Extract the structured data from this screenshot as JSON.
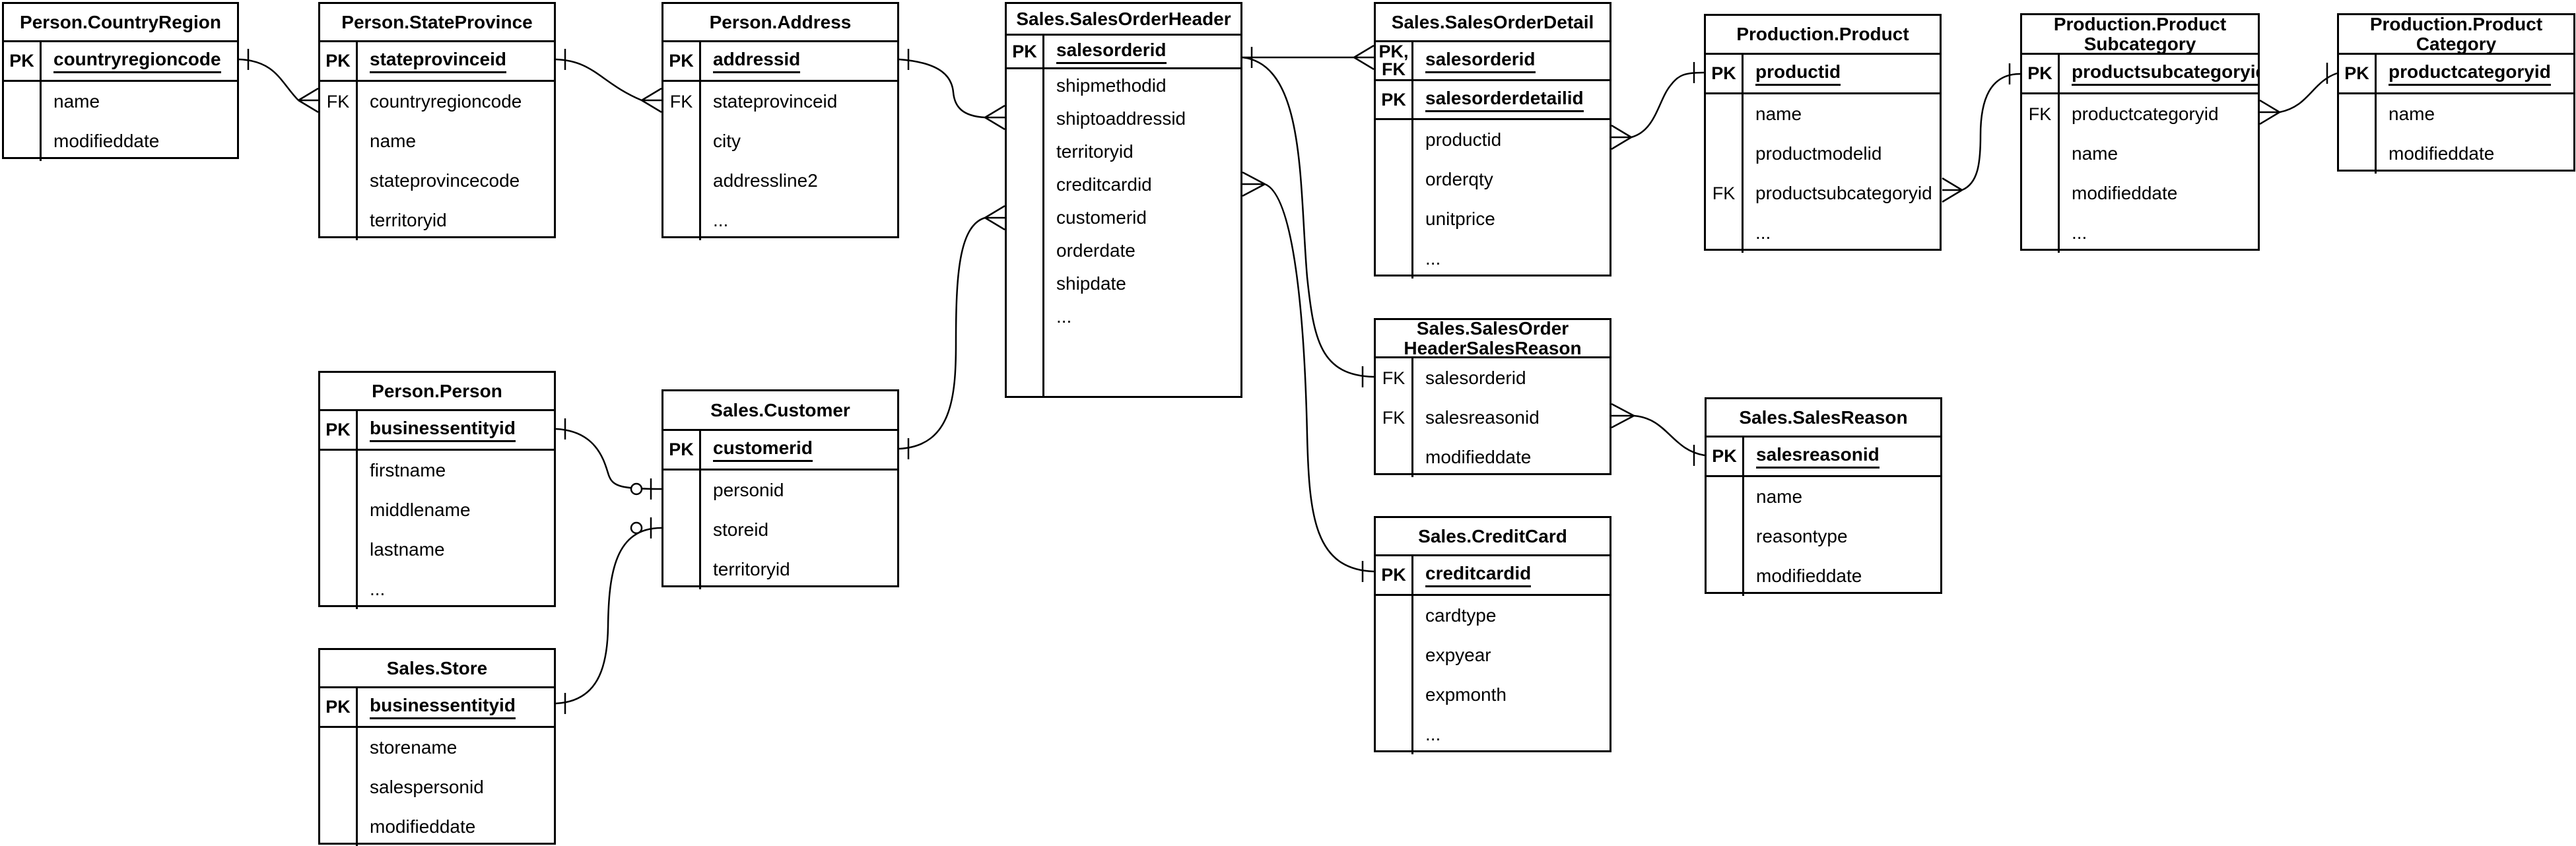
{
  "colors": {
    "background": "#ffffff",
    "line": "#000000",
    "text": "#000000"
  },
  "key_labels": {
    "pk": "PK",
    "fk": "FK",
    "pk_fk": "PK,\nFK"
  },
  "tables": [
    {
      "id": "person-countryregion",
      "title_lines": [
        "Person.CountryRegion"
      ],
      "fields": [
        {
          "key": "PK",
          "name": "countryregioncode",
          "is_key_row": true
        },
        {
          "key": "",
          "name": "name"
        },
        {
          "key": "",
          "name": "modifieddate"
        }
      ]
    },
    {
      "id": "person-stateprovince",
      "title_lines": [
        "Person.StateProvince"
      ],
      "fields": [
        {
          "key": "PK",
          "name": "stateprovinceid",
          "is_key_row": true
        },
        {
          "key": "FK",
          "name": "countryregioncode"
        },
        {
          "key": "",
          "name": "name"
        },
        {
          "key": "",
          "name": "stateprovincecode"
        },
        {
          "key": "",
          "name": "territoryid"
        }
      ]
    },
    {
      "id": "person-address",
      "title_lines": [
        "Person.Address"
      ],
      "fields": [
        {
          "key": "PK",
          "name": "addressid",
          "is_key_row": true
        },
        {
          "key": "FK",
          "name": "stateprovinceid"
        },
        {
          "key": "",
          "name": "city"
        },
        {
          "key": "",
          "name": "addressline2"
        },
        {
          "key": "",
          "name": "..."
        }
      ]
    },
    {
      "id": "sales-salesorderheader",
      "title_lines": [
        "Sales.SalesOrderHeader"
      ],
      "fields": [
        {
          "key": "PK",
          "name": "salesorderid",
          "is_key_row": true
        },
        {
          "key": "",
          "name": "shipmethodid"
        },
        {
          "key": "",
          "name": "shiptoaddressid"
        },
        {
          "key": "",
          "name": "territoryid"
        },
        {
          "key": "",
          "name": "creditcardid"
        },
        {
          "key": "",
          "name": "customerid"
        },
        {
          "key": "",
          "name": "orderdate"
        },
        {
          "key": "",
          "name": "shipdate"
        },
        {
          "key": "",
          "name": "..."
        }
      ]
    },
    {
      "id": "sales-salesorderdetail",
      "title_lines": [
        "Sales.SalesOrderDetail"
      ],
      "fields": [
        {
          "key": "PK,\nFK",
          "name": "salesorderid",
          "is_key_row": true
        },
        {
          "key": "PK",
          "name": "salesorderdetailid",
          "is_key_row": true
        },
        {
          "key": "",
          "name": "productid"
        },
        {
          "key": "",
          "name": "orderqty"
        },
        {
          "key": "",
          "name": "unitprice"
        },
        {
          "key": "",
          "name": "..."
        }
      ]
    },
    {
      "id": "production-product",
      "title_lines": [
        "Production.Product"
      ],
      "fields": [
        {
          "key": "PK",
          "name": "productid",
          "is_key_row": true
        },
        {
          "key": "",
          "name": "name"
        },
        {
          "key": "",
          "name": "productmodelid"
        },
        {
          "key": "FK",
          "name": "productsubcategoryid"
        },
        {
          "key": "",
          "name": "..."
        }
      ]
    },
    {
      "id": "production-productsubcategory",
      "title_lines": [
        "Production.Product",
        "Subcategory"
      ],
      "fields": [
        {
          "key": "PK",
          "name": "productsubcategoryid",
          "is_key_row": true
        },
        {
          "key": "FK",
          "name": "productcategoryid"
        },
        {
          "key": "",
          "name": "name"
        },
        {
          "key": "",
          "name": "modifieddate"
        },
        {
          "key": "",
          "name": "..."
        }
      ]
    },
    {
      "id": "production-productcategory",
      "title_lines": [
        "Production.Product",
        "Category"
      ],
      "fields": [
        {
          "key": "PK",
          "name": "productcategoryid",
          "is_key_row": true
        },
        {
          "key": "",
          "name": "name"
        },
        {
          "key": "",
          "name": "modifieddate"
        }
      ]
    },
    {
      "id": "person-person",
      "title_lines": [
        "Person.Person"
      ],
      "fields": [
        {
          "key": "PK",
          "name": "businessentityid",
          "is_key_row": true
        },
        {
          "key": "",
          "name": "firstname"
        },
        {
          "key": "",
          "name": "middlename"
        },
        {
          "key": "",
          "name": "lastname"
        },
        {
          "key": "",
          "name": "..."
        }
      ]
    },
    {
      "id": "sales-customer",
      "title_lines": [
        "Sales.Customer"
      ],
      "fields": [
        {
          "key": "PK",
          "name": "customerid",
          "is_key_row": true
        },
        {
          "key": "",
          "name": "personid"
        },
        {
          "key": "",
          "name": "storeid"
        },
        {
          "key": "",
          "name": "territoryid"
        }
      ]
    },
    {
      "id": "sales-store",
      "title_lines": [
        "Sales.Store"
      ],
      "fields": [
        {
          "key": "PK",
          "name": "businessentityid",
          "is_key_row": true
        },
        {
          "key": "",
          "name": "storename"
        },
        {
          "key": "",
          "name": "salespersonid"
        },
        {
          "key": "",
          "name": "modifieddate"
        }
      ]
    },
    {
      "id": "sales-salesorderheadersalesreason",
      "title_lines": [
        "Sales.SalesOrder",
        "HeaderSalesReason"
      ],
      "fields": [
        {
          "key": "FK",
          "name": "salesorderid"
        },
        {
          "key": "FK",
          "name": "salesreasonid"
        },
        {
          "key": "",
          "name": "modifieddate"
        }
      ]
    },
    {
      "id": "sales-salesreason",
      "title_lines": [
        "Sales.SalesReason"
      ],
      "fields": [
        {
          "key": "PK",
          "name": "salesreasonid",
          "is_key_row": true
        },
        {
          "key": "",
          "name": "name"
        },
        {
          "key": "",
          "name": "reasontype"
        },
        {
          "key": "",
          "name": "modifieddate"
        }
      ]
    },
    {
      "id": "sales-creditcard",
      "title_lines": [
        "Sales.CreditCard"
      ],
      "fields": [
        {
          "key": "PK",
          "name": "creditcardid",
          "is_key_row": true
        },
        {
          "key": "",
          "name": "cardtype"
        },
        {
          "key": "",
          "name": "expyear"
        },
        {
          "key": "",
          "name": "expmonth"
        },
        {
          "key": "",
          "name": "..."
        }
      ]
    }
  ],
  "relationships": [
    {
      "id": "countryregion-stateprovince",
      "from": "Person.CountryRegion.countryregioncode",
      "to": "Person.StateProvince.countryregioncode",
      "from_cardinality": "one",
      "to_cardinality": "many"
    },
    {
      "id": "stateprovince-address",
      "from": "Person.StateProvince.stateprovinceid",
      "to": "Person.Address.stateprovinceid",
      "from_cardinality": "one",
      "to_cardinality": "many"
    },
    {
      "id": "address-salesorderheader",
      "from": "Person.Address.addressid",
      "to": "Sales.SalesOrderHeader.shiptoaddressid",
      "from_cardinality": "one",
      "to_cardinality": "many"
    },
    {
      "id": "customer-salesorderheader",
      "from": "Sales.Customer.customerid",
      "to": "Sales.SalesOrderHeader.customerid",
      "from_cardinality": "one",
      "to_cardinality": "many"
    },
    {
      "id": "person-customer",
      "from": "Person.Person.businessentityid",
      "to": "Sales.Customer.personid",
      "from_cardinality": "one",
      "to_cardinality": "zero-or-one"
    },
    {
      "id": "store-customer",
      "from": "Sales.Store.businessentityid",
      "to": "Sales.Customer.storeid",
      "from_cardinality": "one",
      "to_cardinality": "zero-or-one"
    },
    {
      "id": "salesorderheader-salesorderdetail",
      "from": "Sales.SalesOrderHeader.salesorderid",
      "to": "Sales.SalesOrderDetail.salesorderid",
      "from_cardinality": "one",
      "to_cardinality": "many"
    },
    {
      "id": "salesorderheader-headersalesreason",
      "from": "Sales.SalesOrderHeader.salesorderid",
      "to": "Sales.SalesOrderHeaderSalesReason.salesorderid",
      "from_cardinality": "one",
      "to_cardinality": "one"
    },
    {
      "id": "creditcard-salesorderheader",
      "from": "Sales.CreditCard.creditcardid",
      "to": "Sales.SalesOrderHeader.creditcardid",
      "from_cardinality": "one",
      "to_cardinality": "many"
    },
    {
      "id": "product-salesorderdetail",
      "from": "Production.Product.productid",
      "to": "Sales.SalesOrderDetail.productid",
      "from_cardinality": "one",
      "to_cardinality": "many"
    },
    {
      "id": "productsubcategory-product",
      "from": "Production.ProductSubcategory.productsubcategoryid",
      "to": "Production.Product.productsubcategoryid",
      "from_cardinality": "one",
      "to_cardinality": "many"
    },
    {
      "id": "productcategory-productsubcategory",
      "from": "Production.ProductCategory.productcategoryid",
      "to": "Production.ProductSubcategory.productcategoryid",
      "from_cardinality": "one",
      "to_cardinality": "many"
    },
    {
      "id": "salesreason-headersalesreason",
      "from": "Sales.SalesReason.salesreasonid",
      "to": "Sales.SalesOrderHeaderSalesReason.salesreasonid",
      "from_cardinality": "one",
      "to_cardinality": "many"
    }
  ]
}
